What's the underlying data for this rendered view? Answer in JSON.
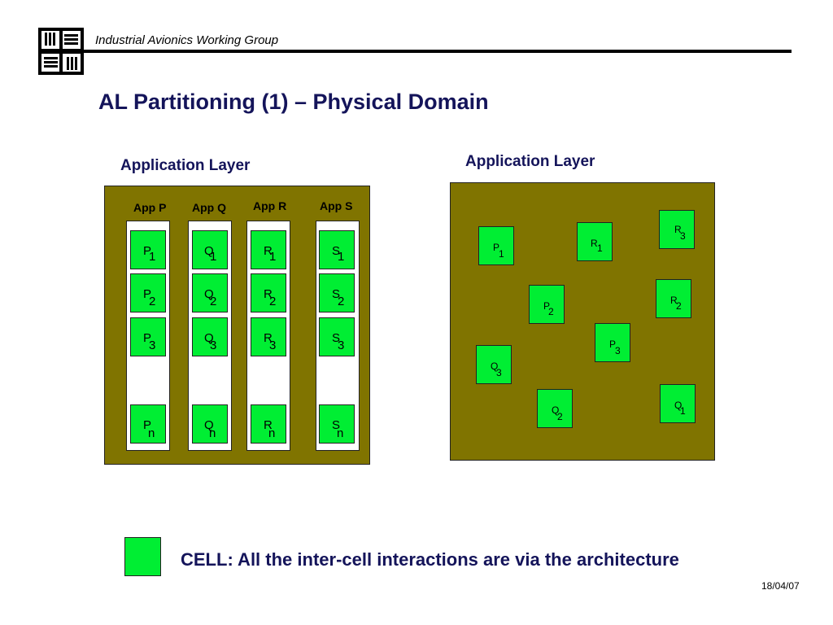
{
  "header": {
    "org": "Industrial Avionics Working Group",
    "title": "AL Partitioning (1) – Physical Domain"
  },
  "left_panel": {
    "label": "Application Layer",
    "apps": [
      {
        "label": "App P",
        "cells": [
          {
            "l": "P",
            "s": "1"
          },
          {
            "l": "P",
            "s": "2"
          },
          {
            "l": "P",
            "s": "3"
          },
          {
            "l": "P",
            "s": "n"
          }
        ]
      },
      {
        "label": "App Q",
        "cells": [
          {
            "l": "Q",
            "s": "1"
          },
          {
            "l": "Q",
            "s": "2"
          },
          {
            "l": "Q",
            "s": "3"
          },
          {
            "l": "Q",
            "s": "n"
          }
        ]
      },
      {
        "label": "App R",
        "cells": [
          {
            "l": "R",
            "s": "1"
          },
          {
            "l": "R",
            "s": "2"
          },
          {
            "l": "R",
            "s": "3"
          },
          {
            "l": "R",
            "s": "n"
          }
        ]
      },
      {
        "label": "App S",
        "cells": [
          {
            "l": "S",
            "s": "1"
          },
          {
            "l": "S",
            "s": "2"
          },
          {
            "l": "S",
            "s": "3"
          },
          {
            "l": "S",
            "s": "n"
          }
        ]
      }
    ]
  },
  "right_panel": {
    "label": "Application Layer",
    "cells": [
      {
        "l": "P",
        "s": "1"
      },
      {
        "l": "R",
        "s": "1"
      },
      {
        "l": "R",
        "s": "3"
      },
      {
        "l": "P",
        "s": "2"
      },
      {
        "l": "R",
        "s": "2"
      },
      {
        "l": "P",
        "s": "3"
      },
      {
        "l": "Q",
        "s": "3"
      },
      {
        "l": "Q",
        "s": "2"
      },
      {
        "l": "Q",
        "s": "1"
      }
    ]
  },
  "legend": {
    "text": "CELL: All the inter-cell interactions are via the architecture"
  },
  "footer": {
    "date": "18/04/07"
  },
  "colors": {
    "panel": "#807400",
    "cell": "#00ee33",
    "title": "#14145a"
  }
}
